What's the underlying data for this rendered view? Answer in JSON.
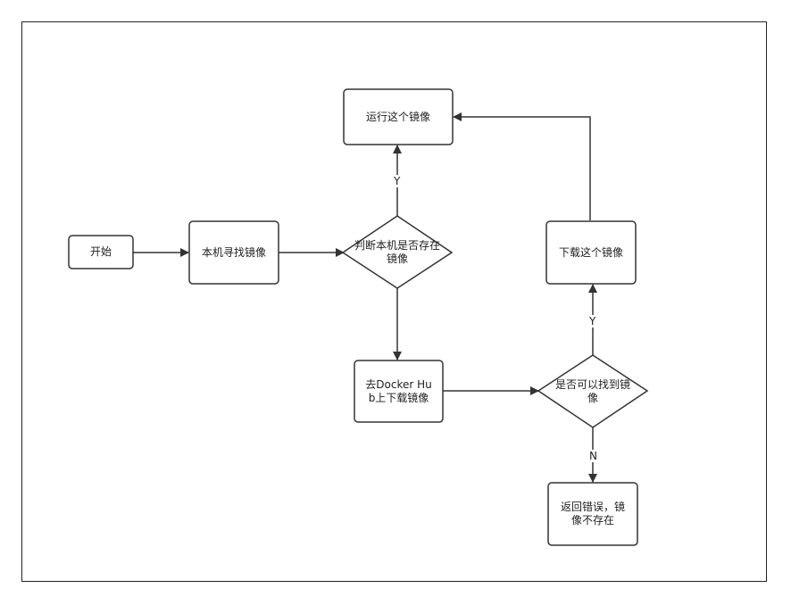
{
  "nodes": {
    "start": "开始",
    "search_local": "本机寻找镜像",
    "exists_local": "判断本机是否存在镜像",
    "run_image": "运行这个镜像",
    "pull_hub": "去Docker Hub上下载镜像",
    "can_find": "是否可以找到镜像",
    "download_image": "下载这个镜像",
    "return_error": "返回错误，镜像不存在"
  },
  "edges": {
    "yes_to_run": "Y",
    "yes_to_download": "Y",
    "no_to_error": "N"
  },
  "colors": {
    "stroke": "#333333",
    "fill": "#ffffff"
  }
}
